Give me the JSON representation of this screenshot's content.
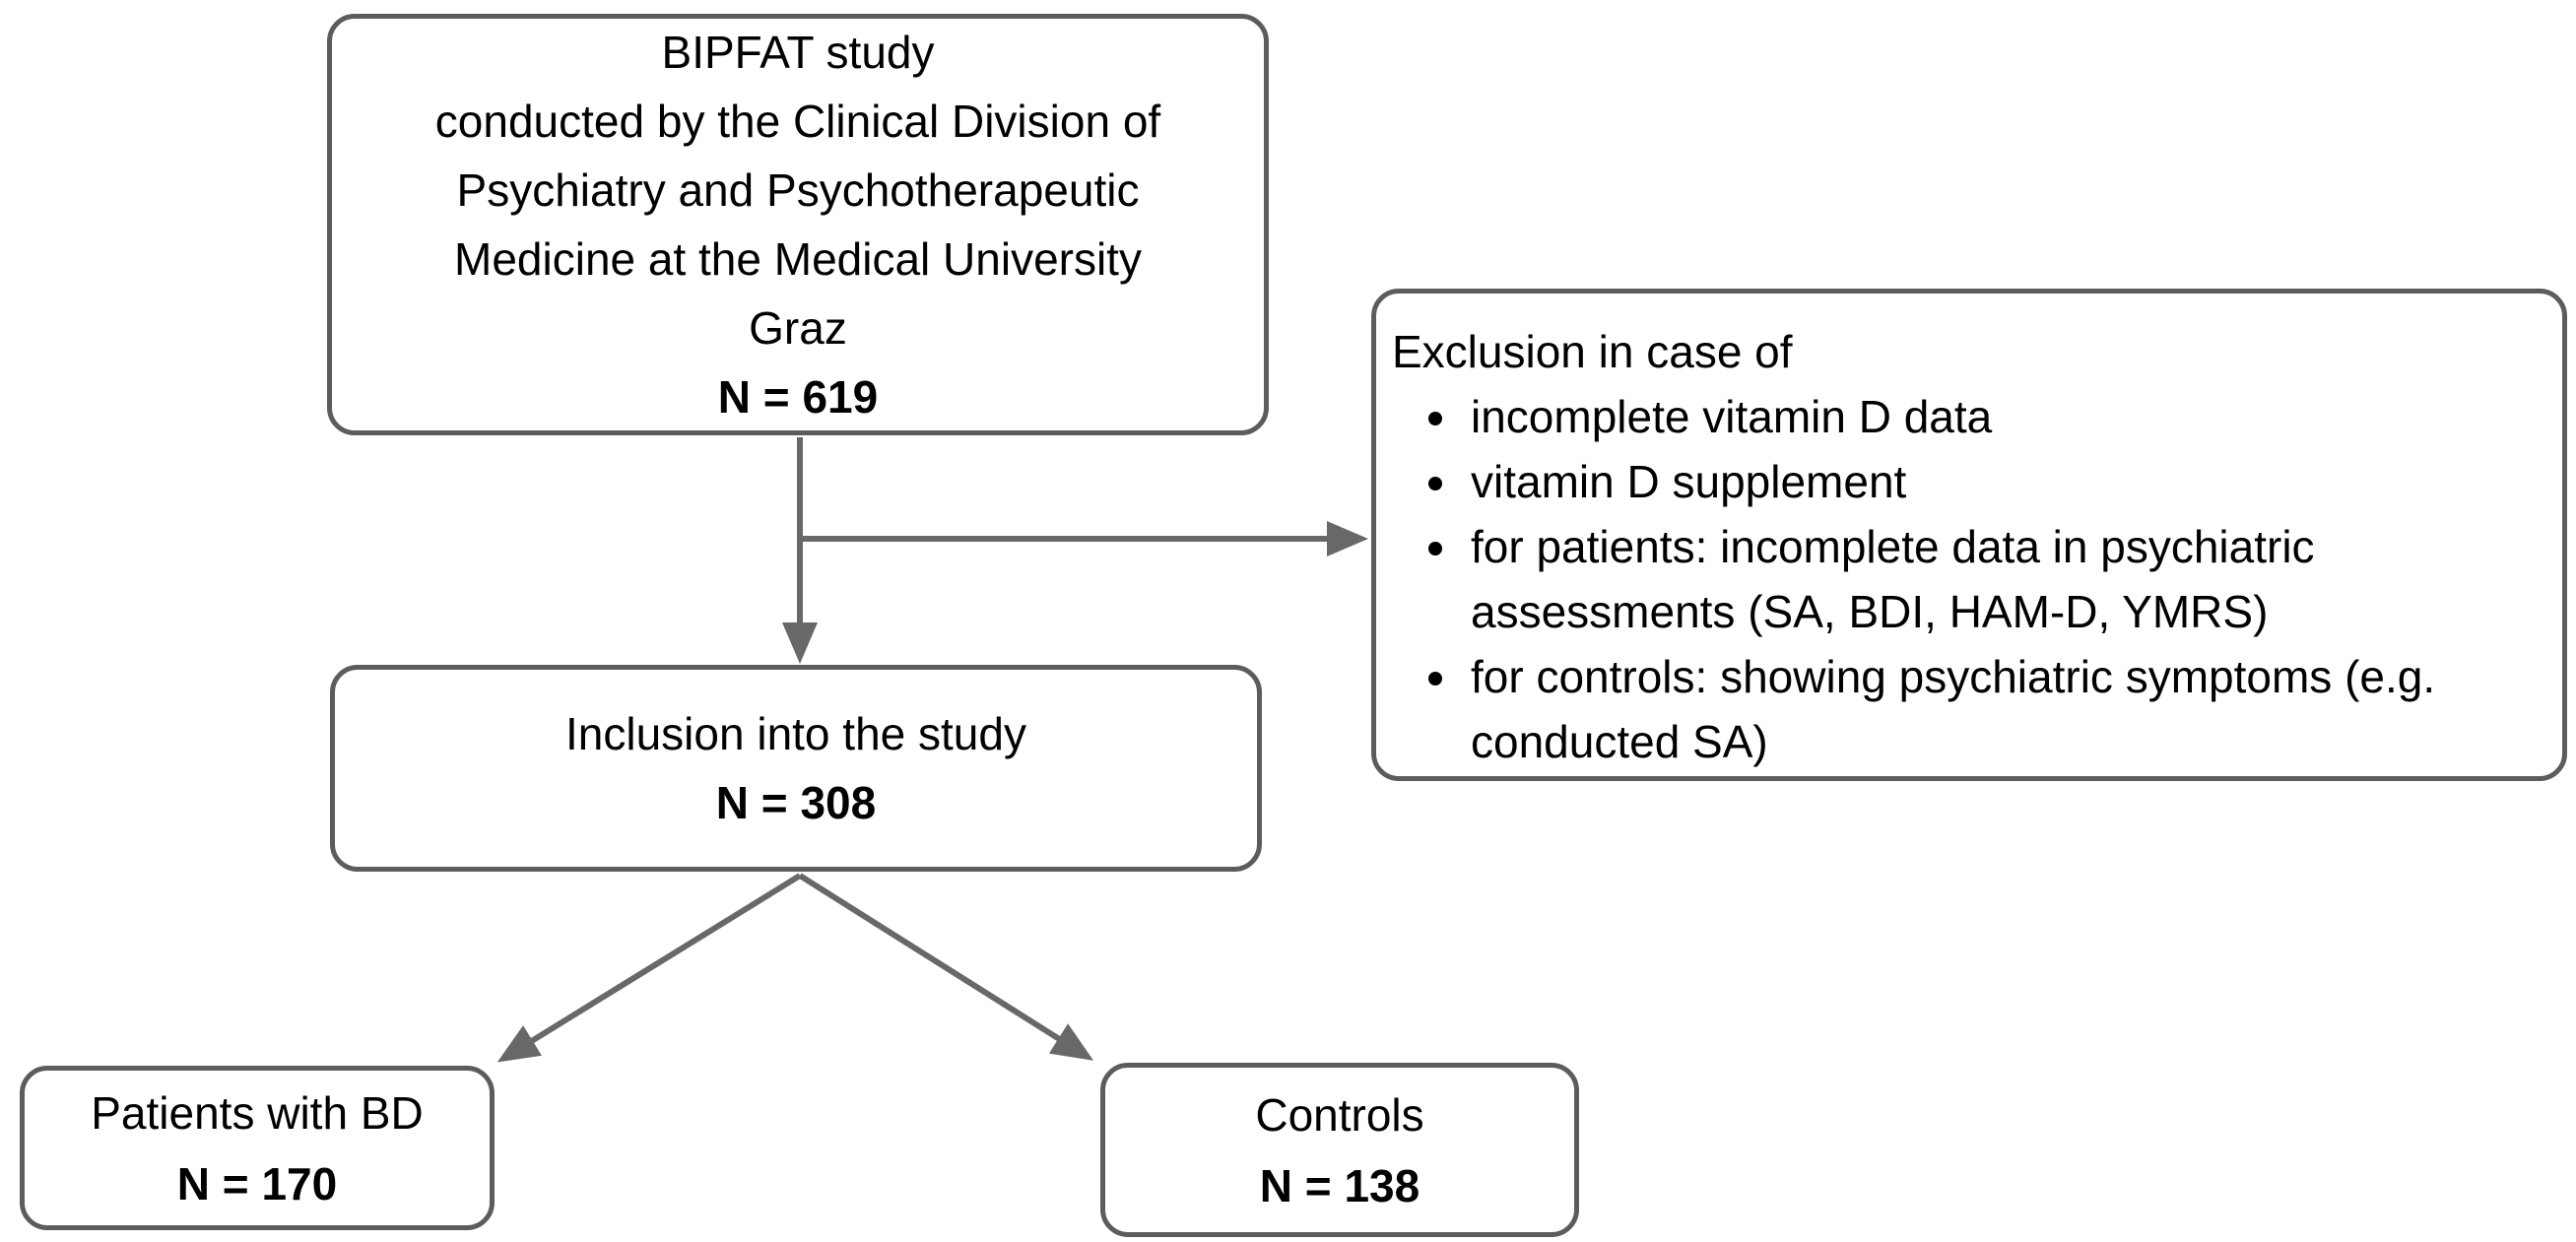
{
  "diagram": {
    "background_color": "#ffffff",
    "box_border_color": "#5c5c5c",
    "arrow_color": "#686868",
    "text_color": "#000000",
    "nodes": {
      "bipfat": {
        "lines": [
          "BIPFAT study",
          "conducted by the Clinical Division of",
          "Psychiatry and Psychotherapeutic",
          "Medicine at the Medical University",
          "Graz"
        ],
        "n_label": "N = 619"
      },
      "exclusion": {
        "title": "Exclusion in case of",
        "bullets": [
          "incomplete vitamin D data",
          "vitamin D supplement",
          "for patients: incomplete data in psychiatric assessments (SA, BDI, HAM-D, YMRS)",
          "for controls: showing psychiatric symptoms (e.g. conducted SA)"
        ]
      },
      "inclusion": {
        "lines": [
          "Inclusion into the study"
        ],
        "n_label": "N = 308"
      },
      "patients": {
        "lines": [
          "Patients with BD"
        ],
        "n_label": "N = 170"
      },
      "controls": {
        "lines": [
          "Controls"
        ],
        "n_label": "N = 138"
      }
    }
  }
}
